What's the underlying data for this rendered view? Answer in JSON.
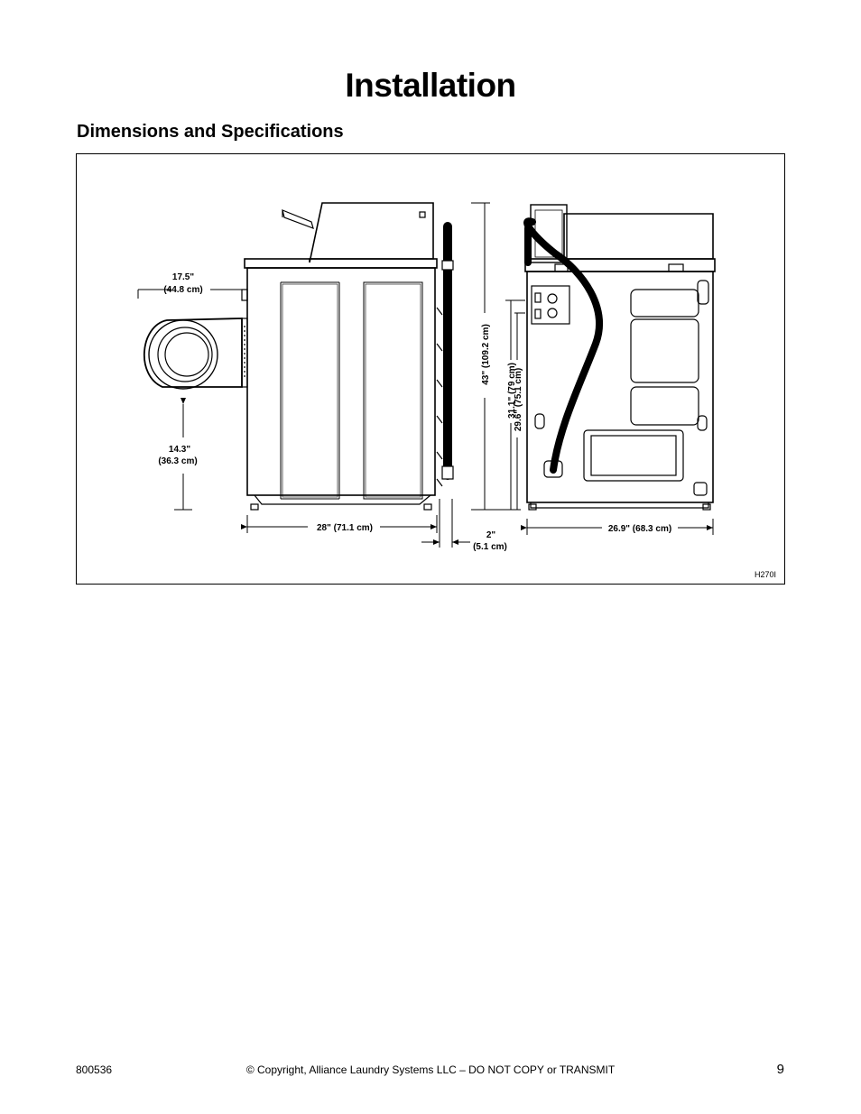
{
  "page": {
    "title": "Installation",
    "section_heading": "Dimensions and Specifications"
  },
  "figure": {
    "figure_id": "H270I",
    "dimensions": {
      "door_height_in": "17.5\"",
      "door_height_cm": "(44.8 cm)",
      "door_floor_in": "14.3\"",
      "door_floor_cm": "(36.3 cm)",
      "depth": "28\" (71.1 cm)",
      "clearance_in": "2\"",
      "clearance_cm": "(5.1 cm)",
      "height_total": "43\" (109.2 cm)",
      "height_top": "31.1\" (79 cm)",
      "height_cabinet": "29.6\" (75.1 cm)",
      "width": "26.9\" (68.3 cm)"
    }
  },
  "footer": {
    "doc_number": "800536",
    "copyright": "© Copyright, Alliance Laundry Systems LLC – DO NOT COPY or TRANSMIT",
    "page_number": "9"
  }
}
